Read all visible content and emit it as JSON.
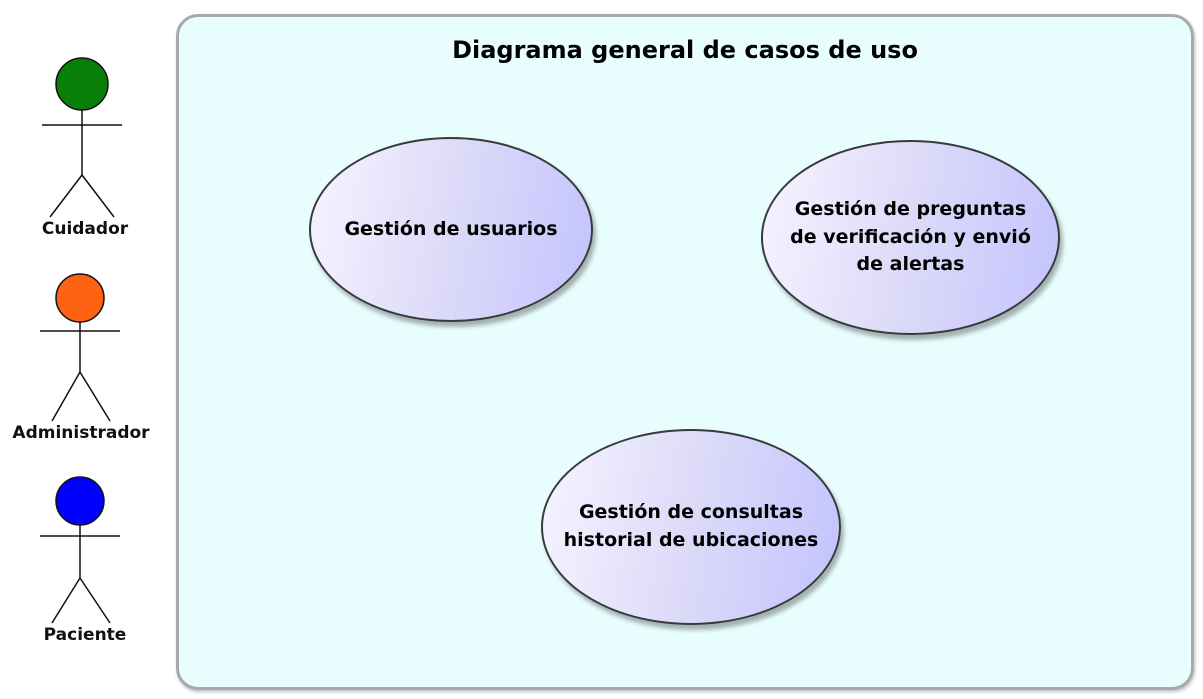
{
  "actors": [
    {
      "label": "Cuidador",
      "color": "#088008"
    },
    {
      "label": "Administrador",
      "color": "#ff6212"
    },
    {
      "label": "Paciente",
      "color": "#0000ff"
    }
  ],
  "system": {
    "title": "Diagrama general de casos de uso",
    "background": "#e8fefe"
  },
  "use_cases": [
    {
      "label": "Gestión de usuarios"
    },
    {
      "label": "Gestión de preguntas\nde verificación y envió\nde alertas"
    },
    {
      "label": "Gestión de consultas\nhistorial de ubicaciones"
    }
  ]
}
